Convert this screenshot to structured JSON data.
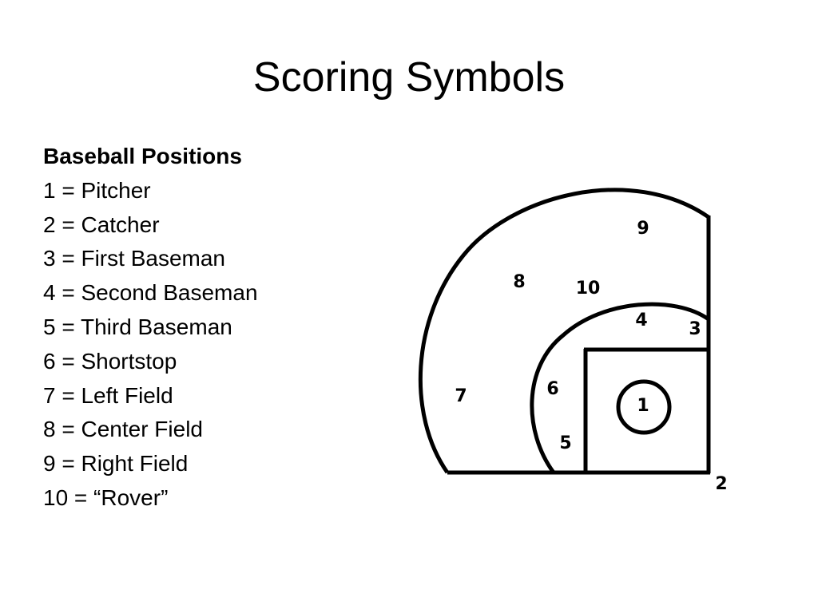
{
  "title": "Scoring Symbols",
  "positions": {
    "heading": "Baseball Positions",
    "items": [
      "1 = Pitcher",
      "2 = Catcher",
      "3 = First Baseman",
      "4 = Second Baseman",
      "5 = Third Baseman",
      "6 = Shortstop",
      "7 = Left Field",
      "8 = Center Field",
      "9 = Right Field",
      "10 = “Rover”"
    ]
  },
  "diagram": {
    "labels": {
      "pitcher": "1",
      "catcher": "2",
      "first_base": "3",
      "second_base": "4",
      "third_base": "5",
      "shortstop": "6",
      "left_field": "7",
      "center_field": "8",
      "right_field": "9",
      "rover": "10"
    }
  }
}
